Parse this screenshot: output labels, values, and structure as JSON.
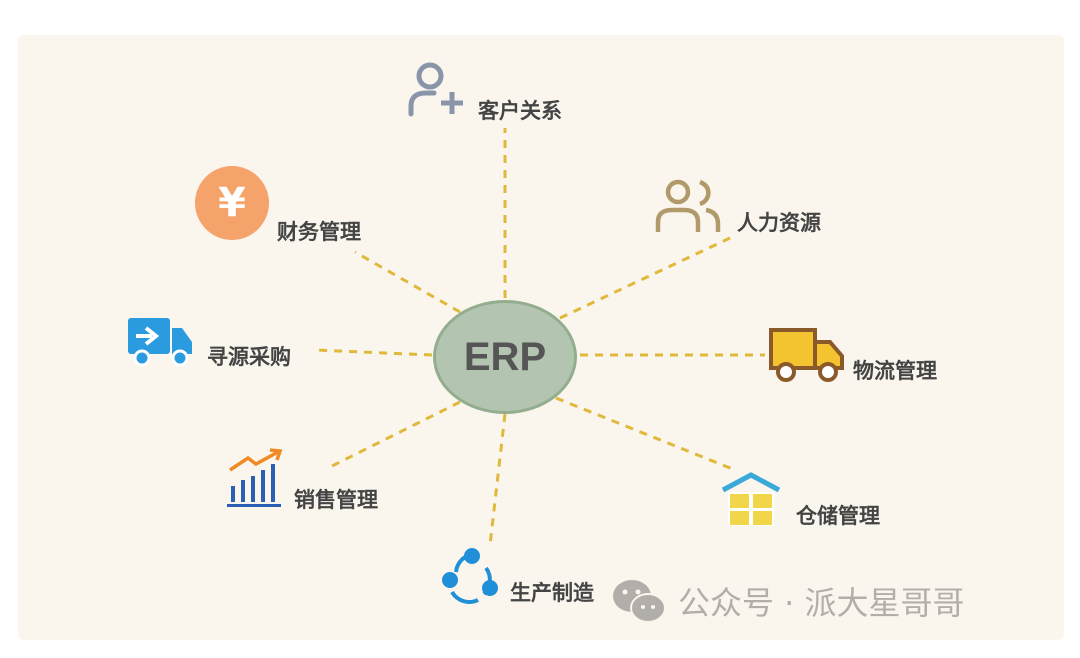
{
  "center": {
    "label": "ERP"
  },
  "modules": [
    {
      "label": "客户关系",
      "icon": "user-add-icon"
    },
    {
      "label": "人力资源",
      "icon": "users-icon"
    },
    {
      "label": "物流管理",
      "icon": "truck-icon"
    },
    {
      "label": "仓储管理",
      "icon": "warehouse-icon"
    },
    {
      "label": "生产制造",
      "icon": "share-nodes-icon"
    },
    {
      "label": "销售管理",
      "icon": "bar-chart-trend-icon"
    },
    {
      "label": "寻源采购",
      "icon": "delivery-truck-icon"
    },
    {
      "label": "财务管理",
      "icon": "yen-icon",
      "icon_text": "¥"
    }
  ],
  "watermark": {
    "text": "公众号 · 派大星哥哥"
  },
  "colors": {
    "background": "#faf6ee",
    "ellipse": "#b3c5b0",
    "connector": "#e0b83a",
    "finance": "#f5a36b",
    "blue": "#2b9be0"
  }
}
